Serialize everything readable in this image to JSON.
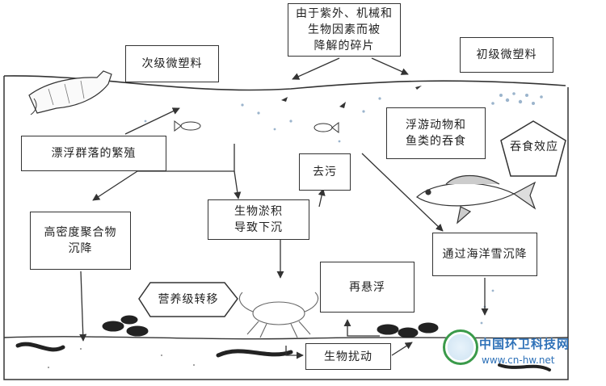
{
  "boxes": {
    "fragments": "由于紫外、机械和\n生物因素而被\n降解的碎片",
    "secondary_microplastics": "次级微塑料",
    "primary_microplastics": "初级微塑料",
    "plankton_predation": "浮游动物和\n鱼类的吞食",
    "ingestion_effect": "吞食效应",
    "floating_colonies": "漂浮群落的繁殖",
    "decontamination": "去污",
    "biofouling_sinking": "生物淤积\n导致下沉",
    "high_density_polymer": "高密度聚合物\n沉降",
    "marine_snow": "通过海洋雪沉降",
    "trophic_transfer": "营养级转移",
    "resuspension": "再悬浮",
    "bioturbation": "生物扰动"
  },
  "watermark": {
    "name": "中国环卫科技网",
    "url": "www.cn-hw.net"
  }
}
